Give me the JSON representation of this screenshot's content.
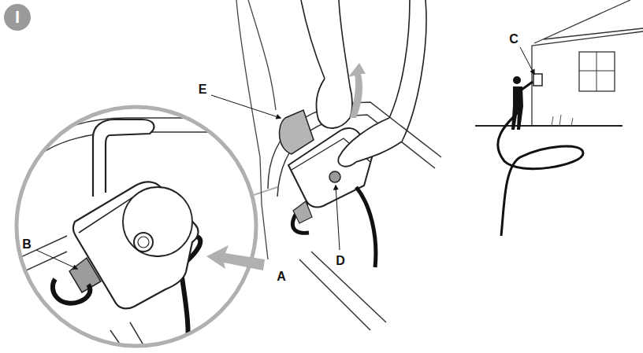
{
  "diagram": {
    "labels": [
      "I",
      "E",
      "C",
      "B",
      "A",
      "D"
    ]
  }
}
